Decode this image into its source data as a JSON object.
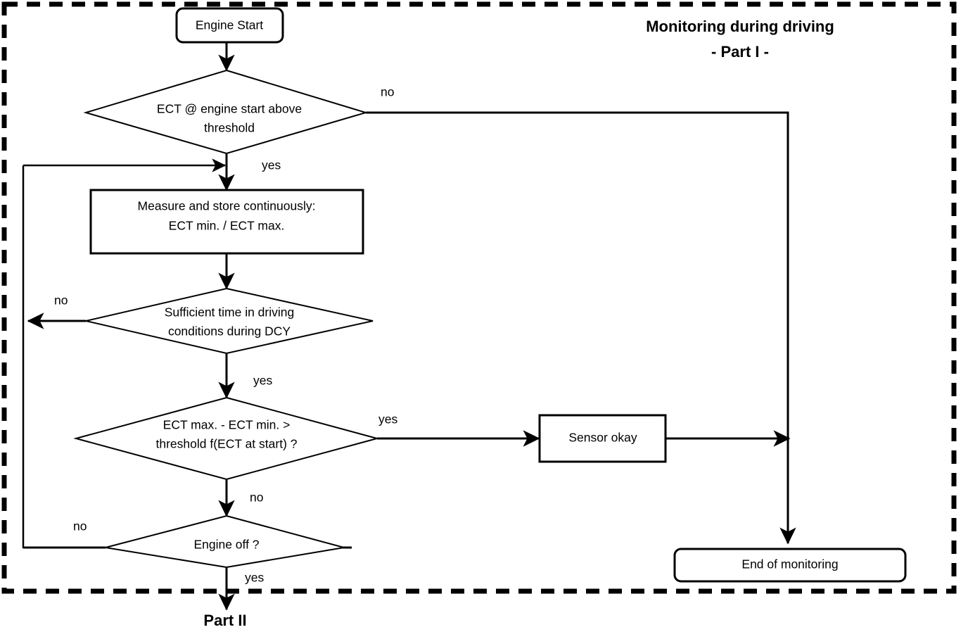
{
  "diagram": {
    "title_line1": "Monitoring during driving",
    "title_line2": "- Part I -",
    "footer_label": "Part II",
    "border_style": "dashed",
    "line_color": "#000000",
    "fill_color": "#ffffff",
    "nodes": {
      "engine_start": {
        "label": "Engine Start",
        "shape": "rounded-rectangle"
      },
      "ect_above_threshold": {
        "line1": "ECT @ engine start above",
        "line2": "threshold",
        "shape": "diamond"
      },
      "measure_store": {
        "line1": "Measure and store continuously:",
        "line2": "ECT min. / ECT max.",
        "shape": "rectangle"
      },
      "sufficient_time": {
        "line1": "Sufficient time in driving",
        "line2": "conditions during DCY",
        "shape": "diamond"
      },
      "ect_delta": {
        "line1": "ECT max. - ECT min. >",
        "line2": "threshold f(ECT at start) ?",
        "shape": "diamond"
      },
      "sensor_okay": {
        "label": "Sensor okay",
        "shape": "rectangle"
      },
      "engine_off": {
        "label": "Engine off ?",
        "shape": "diamond"
      },
      "end_of_monitoring": {
        "label": "End of monitoring",
        "shape": "rounded-rectangle"
      }
    },
    "edge_labels": {
      "ect_above_no": "no",
      "ect_above_yes": "yes",
      "sufficient_no": "no",
      "sufficient_yes": "yes",
      "ect_delta_yes": "yes",
      "ect_delta_no": "no",
      "engine_off_no": "no",
      "engine_off_yes": "yes"
    }
  }
}
